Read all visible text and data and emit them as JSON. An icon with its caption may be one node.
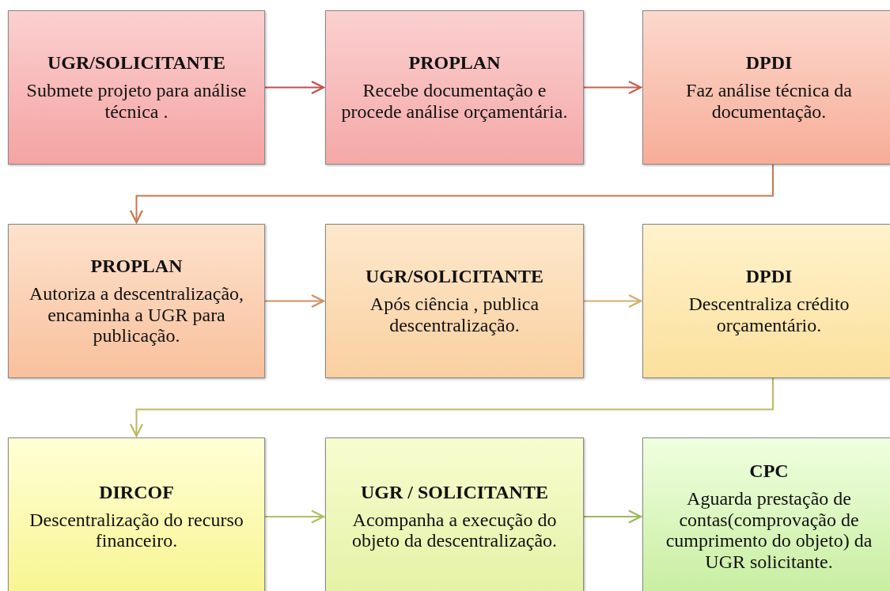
{
  "diagram": {
    "nodes": [
      {
        "text": [
          "UGR/SOLICITANTE",
          "Submete projeto para análise técnica ."
        ]
      },
      {
        "text": [
          "PROPLAN",
          "Recebe documentação e procede análise orçamentária."
        ]
      },
      {
        "text": [
          "DPDI",
          "Faz análise técnica da documentação."
        ]
      },
      {
        "text": [
          "PROPLAN",
          "Autoriza a descentralização, encaminha a UGR para publicação."
        ]
      },
      {
        "text": [
          "UGR/SOLICITANTE",
          "Após ciência , publica descentralização."
        ]
      },
      {
        "text": [
          "DPDI",
          "Descentraliza crédito orçamentário."
        ]
      },
      {
        "text": [
          "DIRCOF",
          "Descentralização do recurso financeiro."
        ]
      },
      {
        "text": [
          "UGR / SOLICITANTE",
          "Acompanha a execução do objeto da descentralização."
        ]
      },
      {
        "text": [
          "CPC",
          "Aguarda prestação de contas(comprovação de cumprimento do objeto) da UGR solicitante."
        ]
      }
    ],
    "edges": [
      {
        "from": 0,
        "to": 1,
        "arrow": "to",
        "color": "#c0504d"
      },
      {
        "from": 1,
        "to": 2,
        "arrow": "to",
        "color": "#c8604d"
      },
      {
        "from": 2,
        "to": 3,
        "arrow": "to",
        "color": "#c87850"
      },
      {
        "from": 3,
        "to": 4,
        "arrow": "to",
        "color": "#d09060"
      },
      {
        "from": 4,
        "to": 5,
        "arrow": "to",
        "color": "#d0b070"
      },
      {
        "from": 5,
        "to": 6,
        "arrow": "to",
        "color": "#c0b860"
      },
      {
        "from": 6,
        "to": 7,
        "arrow": "to",
        "color": "#b0c060"
      },
      {
        "from": 7,
        "to": 8,
        "arrow": "to",
        "color": "#9bbb59"
      }
    ]
  }
}
